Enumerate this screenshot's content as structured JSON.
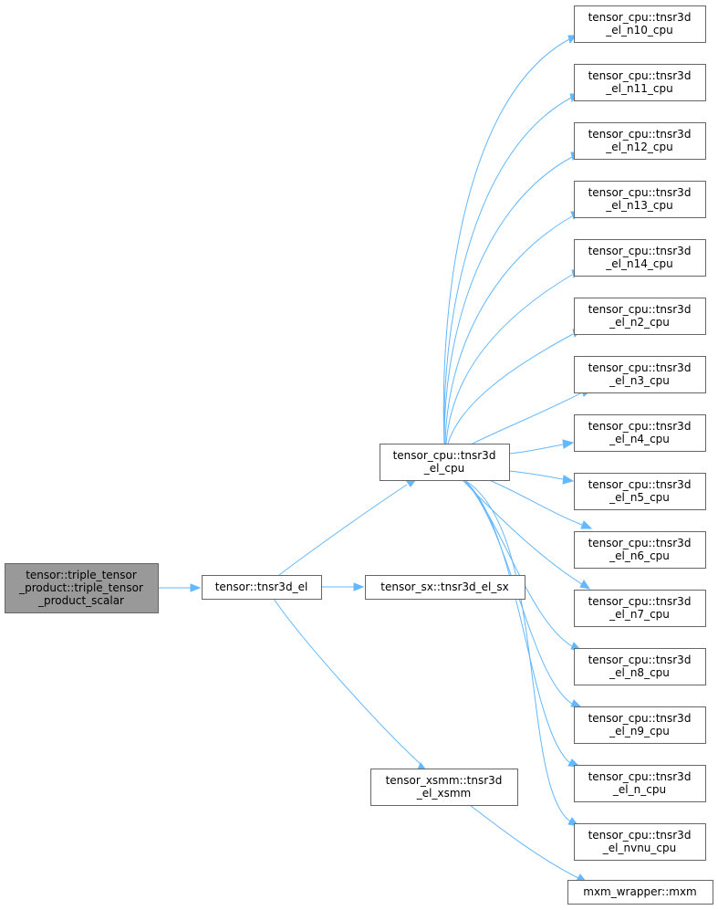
{
  "graph": {
    "edge_color": "#63b8ff",
    "root_fill": "#999999",
    "node_fill": "#ffffff",
    "border_color": "#666666",
    "nodes": [
      {
        "id": "root",
        "lines": [
          "tensor::triple_tensor",
          "_product::triple_tensor",
          "_product_scalar"
        ],
        "root": true
      },
      {
        "id": "tnsr3d_el",
        "lines": [
          "tensor::tnsr3d_el"
        ]
      },
      {
        "id": "cpu",
        "lines": [
          "tensor_cpu::tnsr3d",
          "_el_cpu"
        ]
      },
      {
        "id": "sx",
        "lines": [
          "tensor_sx::tnsr3d_el_sx"
        ]
      },
      {
        "id": "xsmm",
        "lines": [
          "tensor_xsmm::tnsr3d",
          "_el_xsmm"
        ]
      },
      {
        "id": "n10",
        "lines": [
          "tensor_cpu::tnsr3d",
          "_el_n10_cpu"
        ]
      },
      {
        "id": "n11",
        "lines": [
          "tensor_cpu::tnsr3d",
          "_el_n11_cpu"
        ]
      },
      {
        "id": "n12",
        "lines": [
          "tensor_cpu::tnsr3d",
          "_el_n12_cpu"
        ]
      },
      {
        "id": "n13",
        "lines": [
          "tensor_cpu::tnsr3d",
          "_el_n13_cpu"
        ]
      },
      {
        "id": "n14",
        "lines": [
          "tensor_cpu::tnsr3d",
          "_el_n14_cpu"
        ]
      },
      {
        "id": "n2",
        "lines": [
          "tensor_cpu::tnsr3d",
          "_el_n2_cpu"
        ]
      },
      {
        "id": "n3",
        "lines": [
          "tensor_cpu::tnsr3d",
          "_el_n3_cpu"
        ]
      },
      {
        "id": "n4",
        "lines": [
          "tensor_cpu::tnsr3d",
          "_el_n4_cpu"
        ]
      },
      {
        "id": "n5",
        "lines": [
          "tensor_cpu::tnsr3d",
          "_el_n5_cpu"
        ]
      },
      {
        "id": "n6",
        "lines": [
          "tensor_cpu::tnsr3d",
          "_el_n6_cpu"
        ]
      },
      {
        "id": "n7",
        "lines": [
          "tensor_cpu::tnsr3d",
          "_el_n7_cpu"
        ]
      },
      {
        "id": "n8",
        "lines": [
          "tensor_cpu::tnsr3d",
          "_el_n8_cpu"
        ]
      },
      {
        "id": "n9",
        "lines": [
          "tensor_cpu::tnsr3d",
          "_el_n9_cpu"
        ]
      },
      {
        "id": "n",
        "lines": [
          "tensor_cpu::tnsr3d",
          "_el_n_cpu"
        ]
      },
      {
        "id": "nvnu",
        "lines": [
          "tensor_cpu::tnsr3d",
          "_el_nvnu_cpu"
        ]
      },
      {
        "id": "mxm",
        "lines": [
          "mxm_wrapper::mxm"
        ]
      }
    ],
    "edges": [
      {
        "from": "root",
        "to": "tnsr3d_el"
      },
      {
        "from": "tnsr3d_el",
        "to": "cpu"
      },
      {
        "from": "tnsr3d_el",
        "to": "sx"
      },
      {
        "from": "tnsr3d_el",
        "to": "xsmm"
      },
      {
        "from": "cpu",
        "to": "n10"
      },
      {
        "from": "cpu",
        "to": "n11"
      },
      {
        "from": "cpu",
        "to": "n12"
      },
      {
        "from": "cpu",
        "to": "n13"
      },
      {
        "from": "cpu",
        "to": "n14"
      },
      {
        "from": "cpu",
        "to": "n2"
      },
      {
        "from": "cpu",
        "to": "n3"
      },
      {
        "from": "cpu",
        "to": "n4"
      },
      {
        "from": "cpu",
        "to": "n5"
      },
      {
        "from": "cpu",
        "to": "n6"
      },
      {
        "from": "cpu",
        "to": "n7"
      },
      {
        "from": "cpu",
        "to": "n8"
      },
      {
        "from": "cpu",
        "to": "n9"
      },
      {
        "from": "cpu",
        "to": "n"
      },
      {
        "from": "cpu",
        "to": "nvnu"
      },
      {
        "from": "xsmm",
        "to": "mxm"
      }
    ]
  }
}
